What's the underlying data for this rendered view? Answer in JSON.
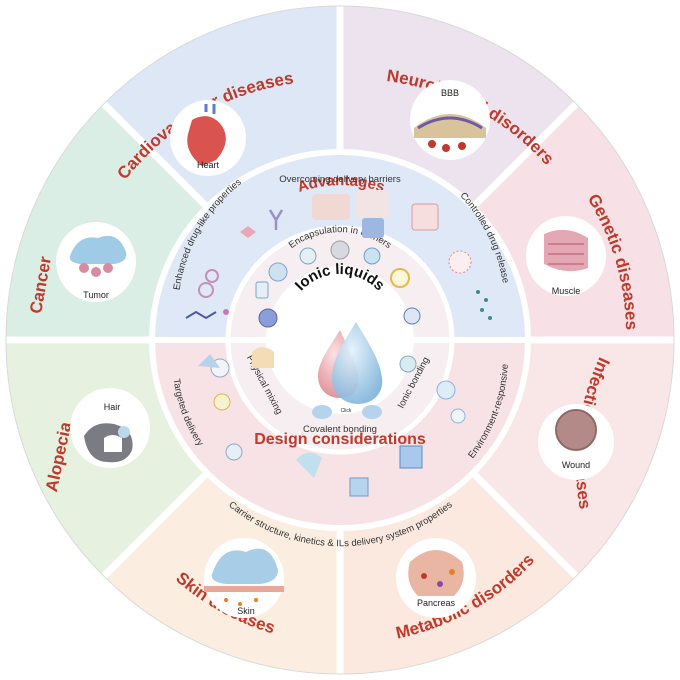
{
  "center": {
    "title": "Ionic liquids"
  },
  "advantages": {
    "title": "Advantages",
    "items": [
      "Overcoming delivery barriers",
      "Enhanced drug-like properties",
      "Controlled drug release",
      "Encapsulation in carriers"
    ]
  },
  "design": {
    "title": "Design considerations",
    "items": [
      "Targeted delivery",
      "Physical mixing",
      "Covalent bonding",
      "Ionic bonding",
      "Environment-responsive",
      "Carrier structure, kinetics & ILs delivery system properties"
    ],
    "click_label": "Click"
  },
  "diseases": [
    {
      "label": "Cardiovascular diseases",
      "icon_label": "Heart",
      "icon": "heart-icon",
      "color": "#dbeee6"
    },
    {
      "label": "Neurological disorders",
      "icon_label": "BBB",
      "icon": "bbb-icon",
      "color": "#dde7f5"
    },
    {
      "label": "Genetic diseases",
      "icon_label": "Muscle",
      "icon": "muscle-icon",
      "color": "#ece3ef"
    },
    {
      "label": "Infectious diseases",
      "icon_label": "Wound",
      "icon": "wound-icon",
      "color": "#f7e1e6"
    },
    {
      "label": "Metabolic disorders",
      "icon_label": "Pancreas",
      "icon": "pancreas-icon",
      "color": "#f9e6e6"
    },
    {
      "label": "Skin diseases",
      "icon_label": "Skin",
      "icon": "skin-icon",
      "color": "#fbe9e0"
    },
    {
      "label": "Alopecia",
      "icon_label": "Hair",
      "icon": "hair-icon",
      "color": "#fbeee0"
    },
    {
      "label": "Cancer",
      "icon_label": "Tumor",
      "icon": "tumor-icon",
      "color": "#e6f1df"
    }
  ],
  "colors": {
    "accent": "#c0392b",
    "advantages_ring": "#dfe8f6",
    "design_ring": "#f7e3e6",
    "drop_red": "#e8a3a8",
    "drop_blue": "#9fc9e6"
  }
}
